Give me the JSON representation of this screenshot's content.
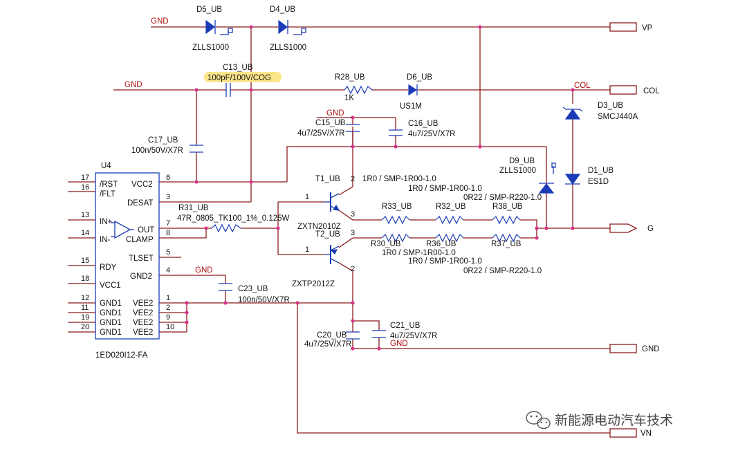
{
  "net_labels": {
    "gnd_top": "GND",
    "gnd_mid": "GND",
    "gnd_c15": "GND",
    "gnd_u4": "GND",
    "gnd_c21": "GND",
    "col_node": "COL"
  },
  "ports": {
    "vp": "VP",
    "col": "COL",
    "g": "G",
    "gnd": "GND",
    "vn": "VN"
  },
  "diodes": {
    "d5": {
      "ref": "D5_UB",
      "value": "ZLLS1000"
    },
    "d4": {
      "ref": "D4_UB",
      "value": "ZLLS1000"
    },
    "d6": {
      "ref": "D6_UB",
      "value": "US1M"
    },
    "d3": {
      "ref": "D3_UB",
      "value": "SMCJ440A"
    },
    "d9": {
      "ref": "D9_UB",
      "value": "ZLLS1000"
    },
    "d1": {
      "ref": "D1_UB",
      "value": "ES1D"
    }
  },
  "capacitors": {
    "c13": {
      "ref": "C13_UB",
      "value": "100pF/100V/COG"
    },
    "c17": {
      "ref": "C17_UB",
      "value": "100n/50V/X7R"
    },
    "c15": {
      "ref": "C15_UB",
      "value": "4u7/25V/X7R"
    },
    "c16": {
      "ref": "C16_UB",
      "value": "4u7/25V/X7R"
    },
    "c23": {
      "ref": "C23_UB",
      "value": "100n/50V/X7R"
    },
    "c20": {
      "ref": "C20_UB",
      "value": "4u7/25V/X7R"
    },
    "c21": {
      "ref": "C21_UB",
      "value": "4u7/25V/X7R"
    }
  },
  "resistors": {
    "r28": {
      "ref": "R28_UB",
      "value": "1K"
    },
    "r31": {
      "ref": "R31_UB",
      "value": "47R_0805_TK100_1%_0.125W"
    },
    "r33": {
      "ref": "R33_UB",
      "value": "1R0 / SMP-1R00-1.0"
    },
    "r32": {
      "ref": "R32_UB",
      "value": "1R0 / SMP-1R00-1.0"
    },
    "r38": {
      "ref": "R38_UB",
      "value": "0R22 / SMP-R220-1.0"
    },
    "r30": {
      "ref": "R30_UB",
      "value": "1R0 / SMP-1R00-1.0"
    },
    "r36": {
      "ref": "R36_UB",
      "value": "1R0 / SMP-1R00-1.0"
    },
    "r37": {
      "ref": "R37_UB",
      "value": "0R22 / SMP-R220-1.0"
    }
  },
  "transistors": {
    "t1": {
      "ref": "T1_UB",
      "value": "ZXTN2010Z",
      "pins": [
        "1",
        "2",
        "3"
      ]
    },
    "t2": {
      "ref": "T2_UB",
      "value": "ZXTP2012Z",
      "pins": [
        "1",
        "3",
        "2"
      ]
    }
  },
  "ic": {
    "ref": "U4",
    "part": "1ED020I12-FA",
    "left_pins": [
      {
        "num": "17",
        "name": "/RST"
      },
      {
        "num": "16",
        "name": "/FLT"
      },
      {
        "num": "13",
        "name": "IN+"
      },
      {
        "num": "14",
        "name": "IN-"
      },
      {
        "num": "15",
        "name": "RDY"
      },
      {
        "num": "18",
        "name": "VCC1"
      },
      {
        "num": "12",
        "name": "GND1"
      },
      {
        "num": "11",
        "name": "GND1"
      },
      {
        "num": "19",
        "name": "GND1"
      },
      {
        "num": "20",
        "name": "GND1"
      }
    ],
    "right_pins": [
      {
        "num": "6",
        "name": "VCC2"
      },
      {
        "num": "3",
        "name": "DESAT"
      },
      {
        "num": "7",
        "name": "OUT"
      },
      {
        "num": "8",
        "name": "CLAMP"
      },
      {
        "num": "5",
        "name": "TLSET"
      },
      {
        "num": "4",
        "name": "GND2"
      },
      {
        "num": "1",
        "name": "VEE2"
      },
      {
        "num": "2",
        "name": "VEE2"
      },
      {
        "num": "9",
        "name": "VEE2"
      },
      {
        "num": "10",
        "name": "VEE2"
      }
    ]
  },
  "colors": {
    "wire": "#8b1a1a",
    "component": "#1a3bb5",
    "junction": "#d6338a",
    "net_label": "#b01010",
    "highlight": "#fde58a"
  },
  "watermark": {
    "icon": "wechat-icon",
    "text": "新能源电动汽车技术"
  }
}
